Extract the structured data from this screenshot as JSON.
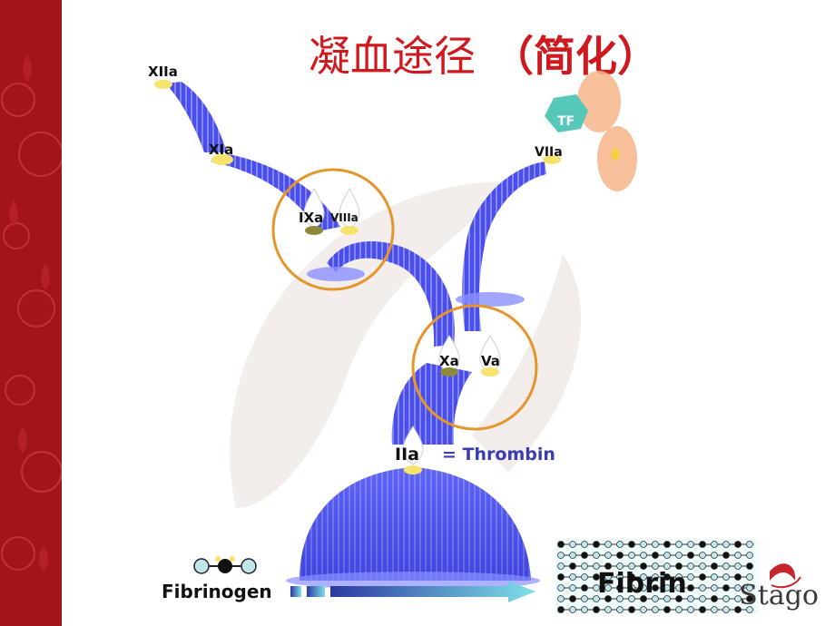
{
  "title": {
    "main": "凝血途径",
    "paren": "（简化）"
  },
  "factors": {
    "xiia": "XIIa",
    "xia": "XIa",
    "ixa": "IXa",
    "viiia": "VIIIa",
    "tf": "TF",
    "viia": "VIIa",
    "xa": "Xa",
    "va": "Va",
    "iia": "IIa",
    "thrombin": "= Thrombin"
  },
  "bottom": {
    "fibrinogen": "Fibrinogen",
    "fibrin": "Fibrin"
  },
  "logo": "Stago",
  "colors": {
    "sidebar": "#a3141a",
    "stream": "#4b4ee6",
    "stream_light": "#8a90ff",
    "ring": "#e5952a",
    "title": "#d0191f",
    "tf": "#56c7b8",
    "cell": "#f7b48a"
  }
}
